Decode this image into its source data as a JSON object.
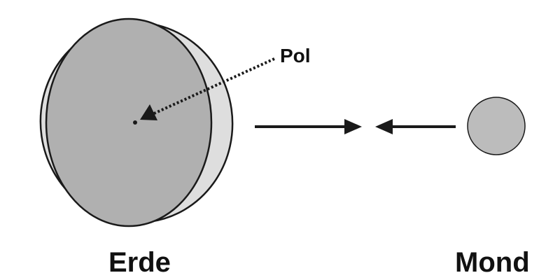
{
  "labels": {
    "pole": "Pol",
    "earth": "Erde",
    "moon": "Mond"
  },
  "colors": {
    "earth_fill": "#b0b0b0",
    "earth_bulge_fill": "#dedede",
    "moon_fill": "#bcbcbc",
    "stroke": "#1a1a1a",
    "background": "#ffffff"
  }
}
